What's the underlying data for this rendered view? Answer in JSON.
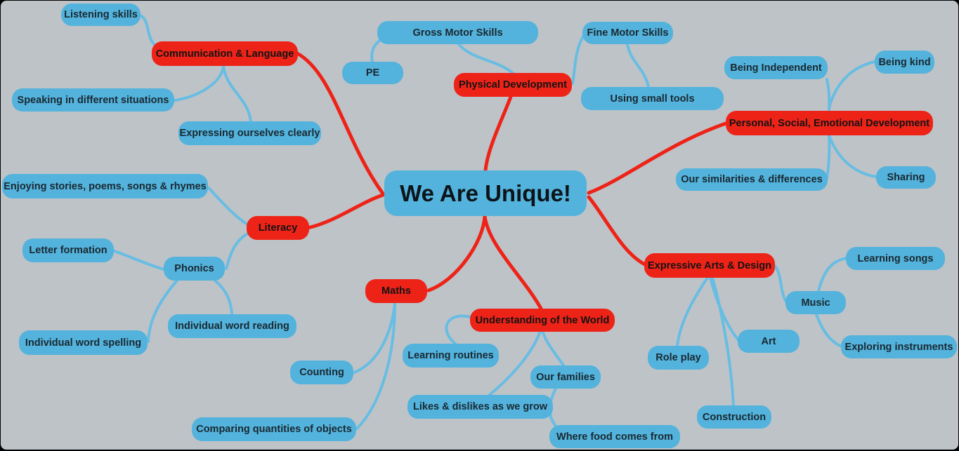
{
  "palette": {
    "canvas_background": "#bec3c8",
    "frame_border": "#000000",
    "topic_fill_blue": "#53b3dc",
    "branch_fill_red": "#ee2318",
    "link_blue": "#68bde2",
    "link_red": "#ee2318",
    "text_color": "#1a2831"
  },
  "mindmap": {
    "center": {
      "label": "We Are Unique!"
    },
    "branches": [
      {
        "label": "Communication & Language",
        "children": [
          {
            "label": "Listening skills"
          },
          {
            "label": "Speaking in different situations"
          },
          {
            "label": "Expressing ourselves clearly"
          }
        ]
      },
      {
        "label": "Physical Development",
        "children": [
          {
            "label": "Gross Motor Skills",
            "children": [
              {
                "label": "PE"
              }
            ]
          },
          {
            "label": "Fine Motor Skills",
            "children": [
              {
                "label": "Using small tools"
              }
            ]
          }
        ]
      },
      {
        "label": "Personal, Social, Emotional Development",
        "children": [
          {
            "label": "Being Independent"
          },
          {
            "label": "Being kind"
          },
          {
            "label": "Our similarities & differences"
          },
          {
            "label": "Sharing"
          }
        ]
      },
      {
        "label": "Literacy",
        "children": [
          {
            "label": "Enjoying stories, poems, songs & rhymes"
          },
          {
            "label": "Phonics",
            "children": [
              {
                "label": "Letter formation"
              },
              {
                "label": "Individual word spelling"
              },
              {
                "label": "Individual word reading"
              }
            ]
          }
        ]
      },
      {
        "label": "Maths",
        "children": [
          {
            "label": "Counting"
          },
          {
            "label": "Comparing quantities of objects"
          }
        ]
      },
      {
        "label": "Understanding of the World",
        "children": [
          {
            "label": "Learning routines"
          },
          {
            "label": "Our families",
            "children": [
              {
                "label": "Where food comes from"
              }
            ]
          },
          {
            "label": "Likes & dislikes as we grow"
          }
        ]
      },
      {
        "label": "Expressive Arts & Design",
        "children": [
          {
            "label": "Music",
            "children": [
              {
                "label": "Learning songs"
              },
              {
                "label": "Exploring instruments"
              }
            ]
          },
          {
            "label": "Role play"
          },
          {
            "label": "Art"
          },
          {
            "label": "Construction"
          }
        ]
      }
    ]
  }
}
